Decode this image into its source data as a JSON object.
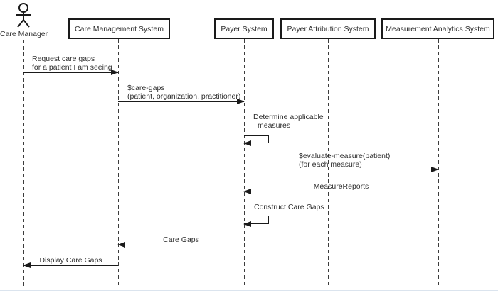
{
  "diagram": {
    "type": "uml-sequence",
    "participants": [
      {
        "label": "Care Manager",
        "kind": "actor"
      },
      {
        "label": "Care Management System",
        "kind": "system"
      },
      {
        "label": "Payer System",
        "kind": "system"
      },
      {
        "label": "Payer Attribution System",
        "kind": "system"
      },
      {
        "label": "Measurement Analytics System",
        "kind": "system"
      }
    ],
    "messages": [
      {
        "from": "Care Manager",
        "to": "Care Management System",
        "line1": "Request care gaps",
        "line2": "for a patient I am seeing"
      },
      {
        "from": "Care Management System",
        "to": "Payer System",
        "line1": "$care-gaps",
        "line2": "(patient, organization, practitioner)"
      },
      {
        "from": "Payer System",
        "to": "Payer System",
        "line1": "Determine applicable",
        "line2": "measures"
      },
      {
        "from": "Payer System",
        "to": "Measurement Analytics System",
        "line1": "$evaluate-measure(patient)",
        "line2": "(for each measure)"
      },
      {
        "from": "Measurement Analytics System",
        "to": "Payer System",
        "line1": "MeasureReports"
      },
      {
        "from": "Payer System",
        "to": "Payer System",
        "line1": "Construct Care Gaps"
      },
      {
        "from": "Payer System",
        "to": "Care Management System",
        "line1": "Care Gaps"
      },
      {
        "from": "Care Management System",
        "to": "Care Manager",
        "line1": "Display Care Gaps"
      }
    ],
    "colors": {
      "line": "#1a1a1a",
      "text": "#2e2e2e",
      "background": "#ffffff"
    }
  }
}
